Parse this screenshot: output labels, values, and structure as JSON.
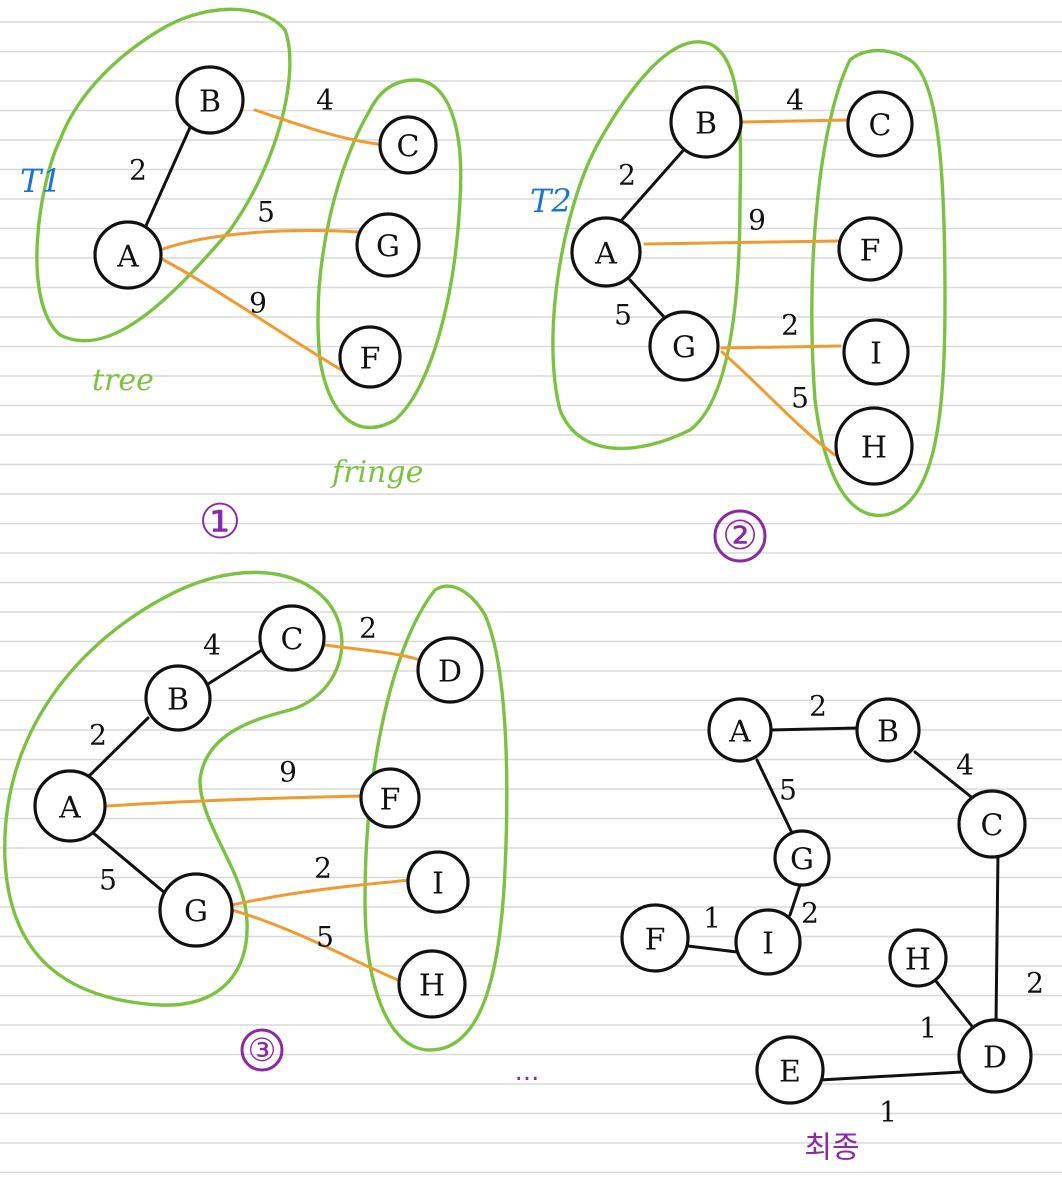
{
  "steps": [
    {
      "set_labels": {
        "tree": "tree",
        "fringe": "fringe",
        "tag": "T1"
      },
      "step_marker": "①",
      "nodes": [
        "B",
        "A",
        "C",
        "G",
        "F"
      ],
      "tree_edges": [
        {
          "from": "A",
          "to": "B",
          "weight": "2"
        }
      ],
      "fringe_edges": [
        {
          "from": "B",
          "to": "C",
          "weight": "4"
        },
        {
          "from": "A",
          "to": "G",
          "weight": "5"
        },
        {
          "from": "A",
          "to": "F",
          "weight": "9"
        }
      ]
    },
    {
      "set_labels": {
        "tag": "T2"
      },
      "step_marker": "②",
      "nodes": [
        "B",
        "A",
        "G",
        "C",
        "F",
        "I",
        "H"
      ],
      "tree_edges": [
        {
          "from": "A",
          "to": "B",
          "weight": "2"
        },
        {
          "from": "A",
          "to": "G",
          "weight": "5"
        }
      ],
      "fringe_edges": [
        {
          "from": "B",
          "to": "C",
          "weight": "4"
        },
        {
          "from": "A",
          "to": "F",
          "weight": "9"
        },
        {
          "from": "G",
          "to": "I",
          "weight": "2"
        },
        {
          "from": "G",
          "to": "H",
          "weight": "5"
        }
      ]
    },
    {
      "step_marker": "③",
      "nodes": [
        "A",
        "B",
        "C",
        "G",
        "D",
        "F",
        "I",
        "H"
      ],
      "tree_edges": [
        {
          "from": "A",
          "to": "B",
          "weight": "2"
        },
        {
          "from": "B",
          "to": "C",
          "weight": "4"
        },
        {
          "from": "A",
          "to": "G",
          "weight": "5"
        }
      ],
      "fringe_edges": [
        {
          "from": "C",
          "to": "D",
          "weight": "2"
        },
        {
          "from": "A",
          "to": "F",
          "weight": "9"
        },
        {
          "from": "G",
          "to": "I",
          "weight": "2"
        },
        {
          "from": "G",
          "to": "H",
          "weight": "5"
        }
      ]
    },
    {
      "step_marker": "최종",
      "nodes": [
        "A",
        "B",
        "C",
        "G",
        "F",
        "I",
        "H",
        "D",
        "E"
      ],
      "tree_edges": [
        {
          "from": "A",
          "to": "B",
          "weight": "2"
        },
        {
          "from": "B",
          "to": "C",
          "weight": "4"
        },
        {
          "from": "A",
          "to": "G",
          "weight": "5"
        },
        {
          "from": "G",
          "to": "I",
          "weight": "2"
        },
        {
          "from": "F",
          "to": "I",
          "weight": "1"
        },
        {
          "from": "C",
          "to": "D",
          "weight": "2"
        },
        {
          "from": "H",
          "to": "D",
          "weight": "1"
        },
        {
          "from": "E",
          "to": "D",
          "weight": "1"
        }
      ],
      "fringe_edges": []
    }
  ],
  "continuation": "...",
  "colors": {
    "tree_edge": "#111111",
    "fringe_edge": "#ef9b2f",
    "group_outline": "#7cc242",
    "tag_text": "#1a73d9",
    "step_marker": "#8a2aa6"
  }
}
